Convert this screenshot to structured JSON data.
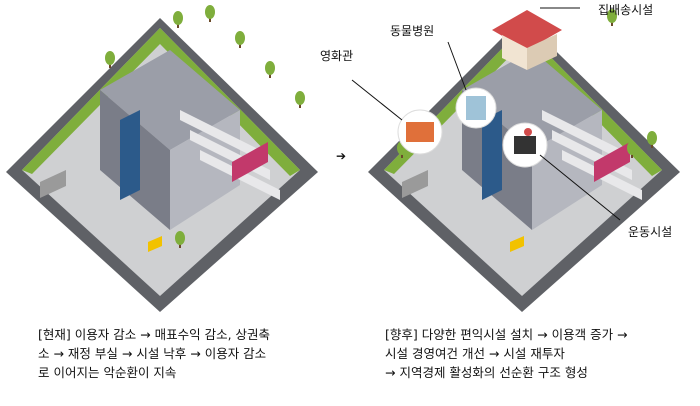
{
  "labels": {
    "cinema": "영화관",
    "animal_hospital": "동물병원",
    "delivery": "집배송시설",
    "sports": "운동시설",
    "arrow": "➔"
  },
  "captions": {
    "current": [
      "[현재] 이용자 감소 → 매표수익 감소, 상권축",
      "소 → 재정 부실 → 시설 낙후 → 이용자 감소",
      "로 이어지는 악순환이 지속"
    ],
    "future": [
      "[향후] 다양한 편익시설 설치 → 이용객 증가 →",
      "시설 경영여건 개선 → 시설 재투자",
      "→ 지역경제 활성화의 선순환 구조 형성"
    ]
  },
  "colors": {
    "ground": "#c9c9c9",
    "road": "#6d6f73",
    "grass": "#7fae3c",
    "building": "#8d8f9a",
    "roof": "#d14b4b",
    "bus": "#c2396b",
    "taxi": "#f2c200"
  }
}
